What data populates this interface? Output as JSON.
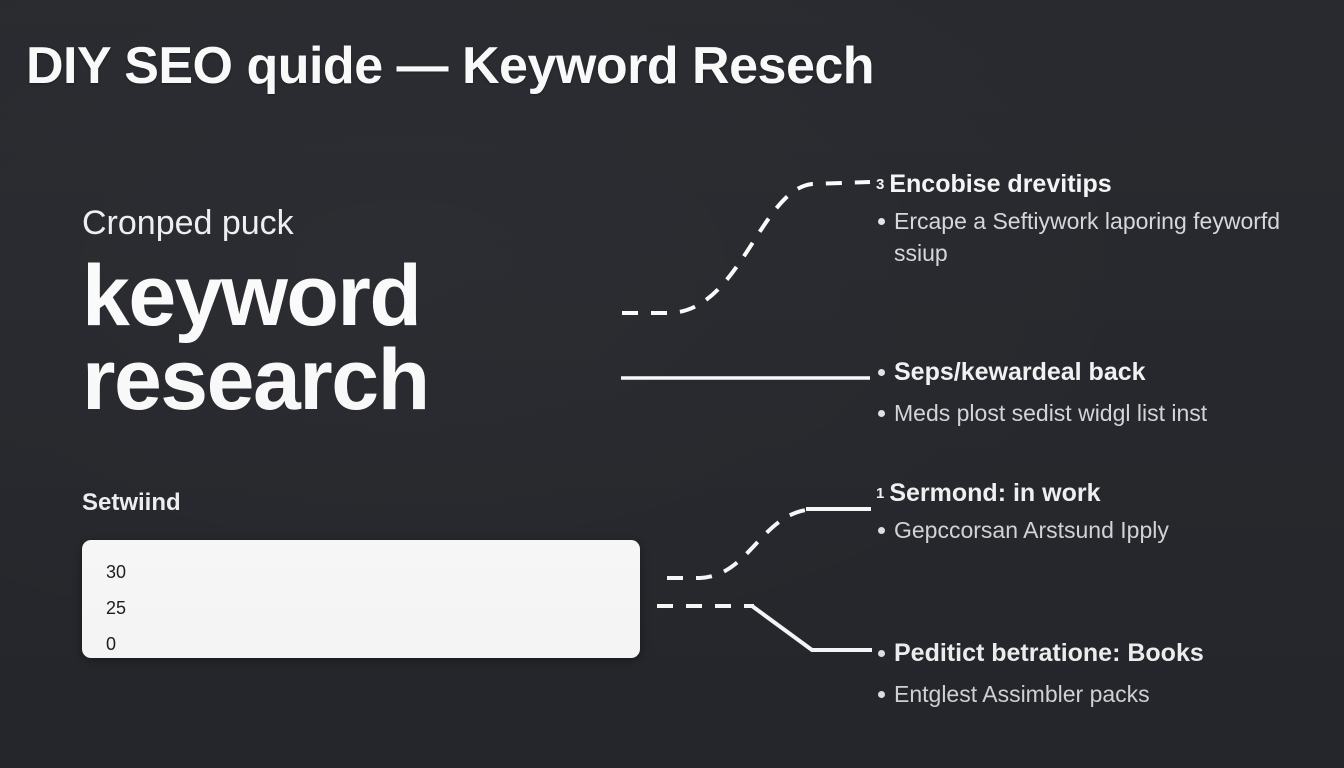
{
  "slide": {
    "title": "DIY SEO quide — Keyword Resech",
    "background_color": "#26282D",
    "text_color": "#F7F7F8",
    "panel_color": "#FFFFFF"
  },
  "left": {
    "eyebrow": "Cronped puck",
    "headline_line1": "keyword",
    "headline_line2": "research",
    "panel_label": "Setwiind",
    "panel_values": [
      "30",
      "25",
      "0"
    ]
  },
  "right": {
    "groups": [
      {
        "number": "3",
        "title": "Encobise drevitips",
        "bullets": [
          {
            "text": "Ercape a Seftiywork laporing feyworfd ssiup",
            "bold": false
          }
        ]
      },
      {
        "number": "",
        "title": "",
        "bullets": [
          {
            "text": "Seps/kewardeal back",
            "bold": true
          },
          {
            "text": "Meds plost sedist widgl list inst",
            "bold": false
          }
        ]
      },
      {
        "number": "1",
        "title": "Sermond: in work",
        "bullets": [
          {
            "text": "Gepccorsan Arstsund Ipply",
            "bold": false
          }
        ]
      },
      {
        "number": "",
        "title": "",
        "bullets": [
          {
            "text": "Peditict betratione: Books",
            "bold": true
          },
          {
            "text": "Entglest Assimbler packs",
            "bold": false
          }
        ]
      }
    ]
  },
  "connectors": [
    {
      "name": "connector-curve-top",
      "style": "dashed"
    },
    {
      "name": "connector-line-middle",
      "style": "solid"
    },
    {
      "name": "connector-curve-lower",
      "style": "dashed-solid"
    },
    {
      "name": "connector-step-bottom",
      "style": "dashed-solid"
    }
  ]
}
